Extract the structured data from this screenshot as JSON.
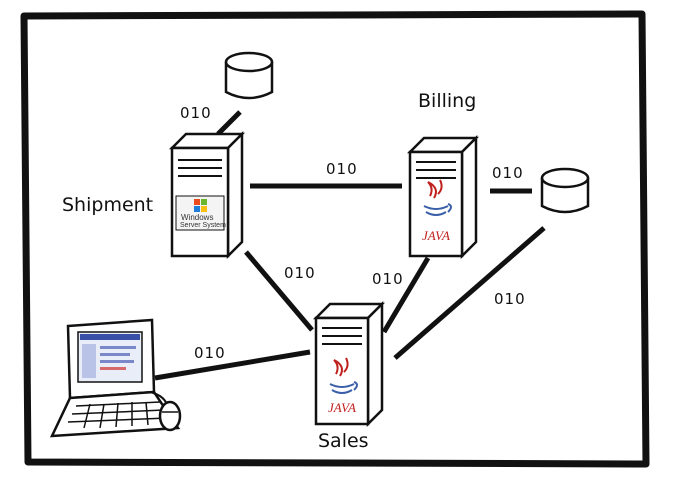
{
  "diagram": {
    "nodes": {
      "shipment": {
        "label": "Shipment",
        "badge_line1": "Windows",
        "badge_line2": "Server System",
        "badge_icon": "windows-logo-icon"
      },
      "billing": {
        "label": "Billing",
        "badge": "JAVA",
        "badge_icon": "java-logo-icon"
      },
      "sales": {
        "label": "Sales",
        "badge": "JAVA",
        "badge_icon": "java-logo-icon"
      }
    },
    "link_labels": {
      "db_shipment": "010",
      "shipment_billing": "010",
      "billing_db": "010",
      "shipment_sales": "010",
      "billing_sales": "010",
      "db_sales": "010",
      "laptop_sales": "010"
    },
    "colors": {
      "ink": "#111111",
      "java_red": "#c0201d",
      "screen_blue": "#3a4fa8"
    }
  }
}
